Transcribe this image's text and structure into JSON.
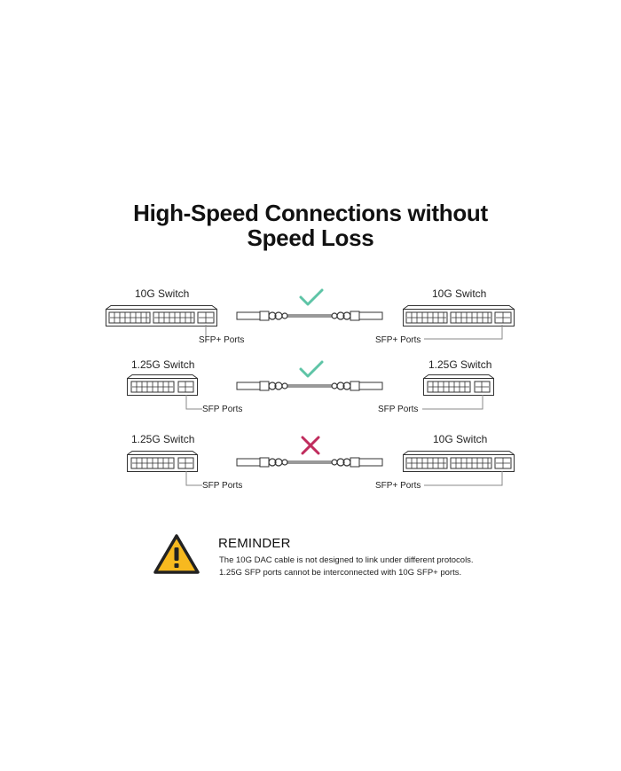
{
  "title": {
    "line1": "High-Speed Connections without",
    "line2": "Speed Loss"
  },
  "rows": [
    {
      "left_label": "10G Switch",
      "right_label": "10G Switch",
      "left_port": "SFP+ Ports",
      "right_port": "SFP+ Ports",
      "status": "compatible",
      "mark_icon": "checkmark-icon"
    },
    {
      "left_label": "1.25G Switch",
      "right_label": "1.25G Switch",
      "left_port": "SFP Ports",
      "right_port": "SFP Ports",
      "status": "compatible",
      "mark_icon": "checkmark-icon"
    },
    {
      "left_label": "1.25G Switch",
      "right_label": "10G Switch",
      "left_port": "SFP Ports",
      "right_port": "SFP+ Ports",
      "status": "incompatible",
      "mark_icon": "cross-icon"
    }
  ],
  "reminder": {
    "heading": "REMINDER",
    "line1": "The 10G DAC cable is not designed to link under different protocols.",
    "line2": "1.25G SFP ports cannot be interconnected with 10G SFP+ ports.",
    "icon": "warning-triangle-icon"
  },
  "colors": {
    "check": "#5ec4a6",
    "cross": "#c02c5d",
    "warning_fill": "#f7b91f",
    "outline": "#333333"
  }
}
